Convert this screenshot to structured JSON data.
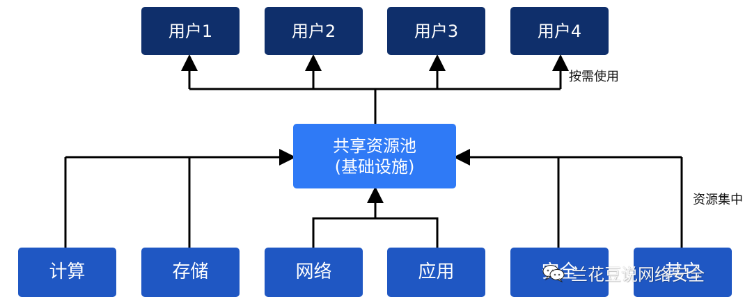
{
  "diagram": {
    "users": [
      {
        "label": "用户1"
      },
      {
        "label": "用户2"
      },
      {
        "label": "用户3"
      },
      {
        "label": "用户4"
      }
    ],
    "pool": {
      "line1": "共享资源池",
      "line2": "(基础设施)"
    },
    "resources": [
      {
        "label": "计算"
      },
      {
        "label": "存储"
      },
      {
        "label": "网络"
      },
      {
        "label": "应用"
      },
      {
        "label": "安全"
      },
      {
        "label": "其它"
      }
    ],
    "annotations": {
      "top_right": "按需使用",
      "right_middle": "资源集中"
    },
    "watermark": {
      "text": "兰花豆说网络安全",
      "icon": "wechat-icon"
    },
    "colors": {
      "user_box": "#0f2f6b",
      "pool_box": "#2f7af6",
      "resource_box": "#1f57c3",
      "connector": "#000000"
    }
  }
}
